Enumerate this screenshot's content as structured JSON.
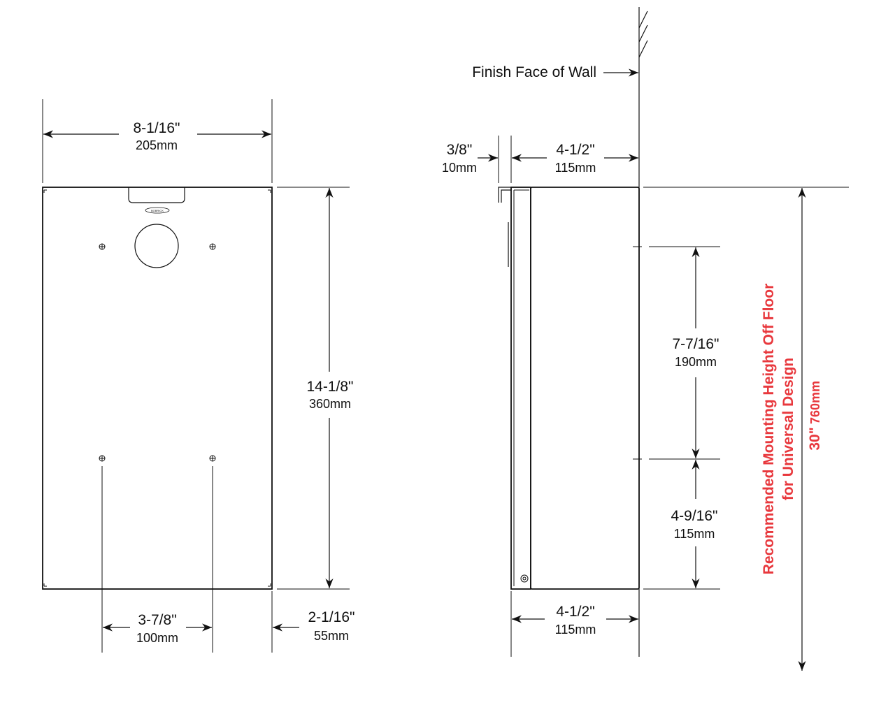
{
  "colors": {
    "accent": "#e8383d",
    "ink": "#111111"
  },
  "front_view": {
    "width_in": "8-1/16\"",
    "width_mm": "205mm",
    "height_in": "14-1/8\"",
    "height_mm": "360mm",
    "hole_spacing_in": "3-7/8\"",
    "hole_spacing_mm": "100mm",
    "side_offset_in": "2-1/16\"",
    "side_offset_mm": "55mm",
    "logo_text": "BOBRICK"
  },
  "side_view": {
    "wall_label": "Finish Face of Wall",
    "lip_in": "3/8\"",
    "lip_mm": "10mm",
    "depth_top_in": "4-1/2\"",
    "depth_top_mm": "115mm",
    "depth_bottom_in": "4-1/2\"",
    "depth_bottom_mm": "115mm",
    "upper_spacing_in": "7-7/16\"",
    "upper_spacing_mm": "190mm",
    "lower_spacing_in": "4-9/16\"",
    "lower_spacing_mm": "115mm",
    "mount_line1": "Recommended Mounting Height Off Floor",
    "mount_line2": "for Universal Design",
    "mount_height_in": "30\"",
    "mount_height_mm": "760mm"
  }
}
